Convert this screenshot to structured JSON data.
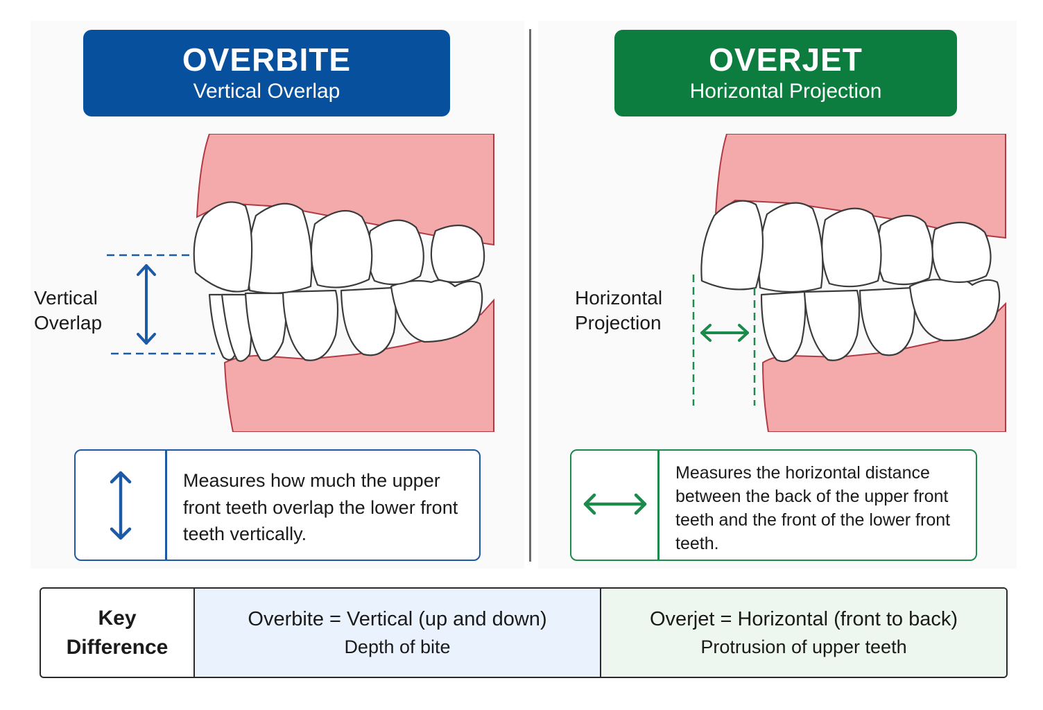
{
  "colors": {
    "overbite_blue": "#06509e",
    "overjet_green": "#0c7d3f",
    "gum_pink": "#f4a9ab",
    "tooth_white": "#ffffff"
  },
  "overbite": {
    "title": "OVERBITE",
    "subtitle": "Vertical Overlap",
    "side_label_line1": "Vertical",
    "side_label_line2": "Overlap",
    "description": "Measures how much the upper front teeth overlap the lower front teeth vertically.",
    "icon": "vertical-double-arrow-icon"
  },
  "overjet": {
    "title": "OVERJET",
    "subtitle": "Horizontal Projection",
    "side_label_line1": "Horizontal",
    "side_label_line2": "Projection",
    "description": "Measures the horizontal distance between the back of the upper front teeth and the front of the lower front teeth.",
    "icon": "horizontal-double-arrow-icon"
  },
  "key_difference": {
    "label_line1": "Key",
    "label_line2": "Difference",
    "overbite_main": "Overbite = Vertical (up and down)",
    "overbite_sub": "Depth of bite",
    "overjet_main": "Overjet = Horizontal (front to back)",
    "overjet_sub": "Protrusion of upper teeth"
  }
}
